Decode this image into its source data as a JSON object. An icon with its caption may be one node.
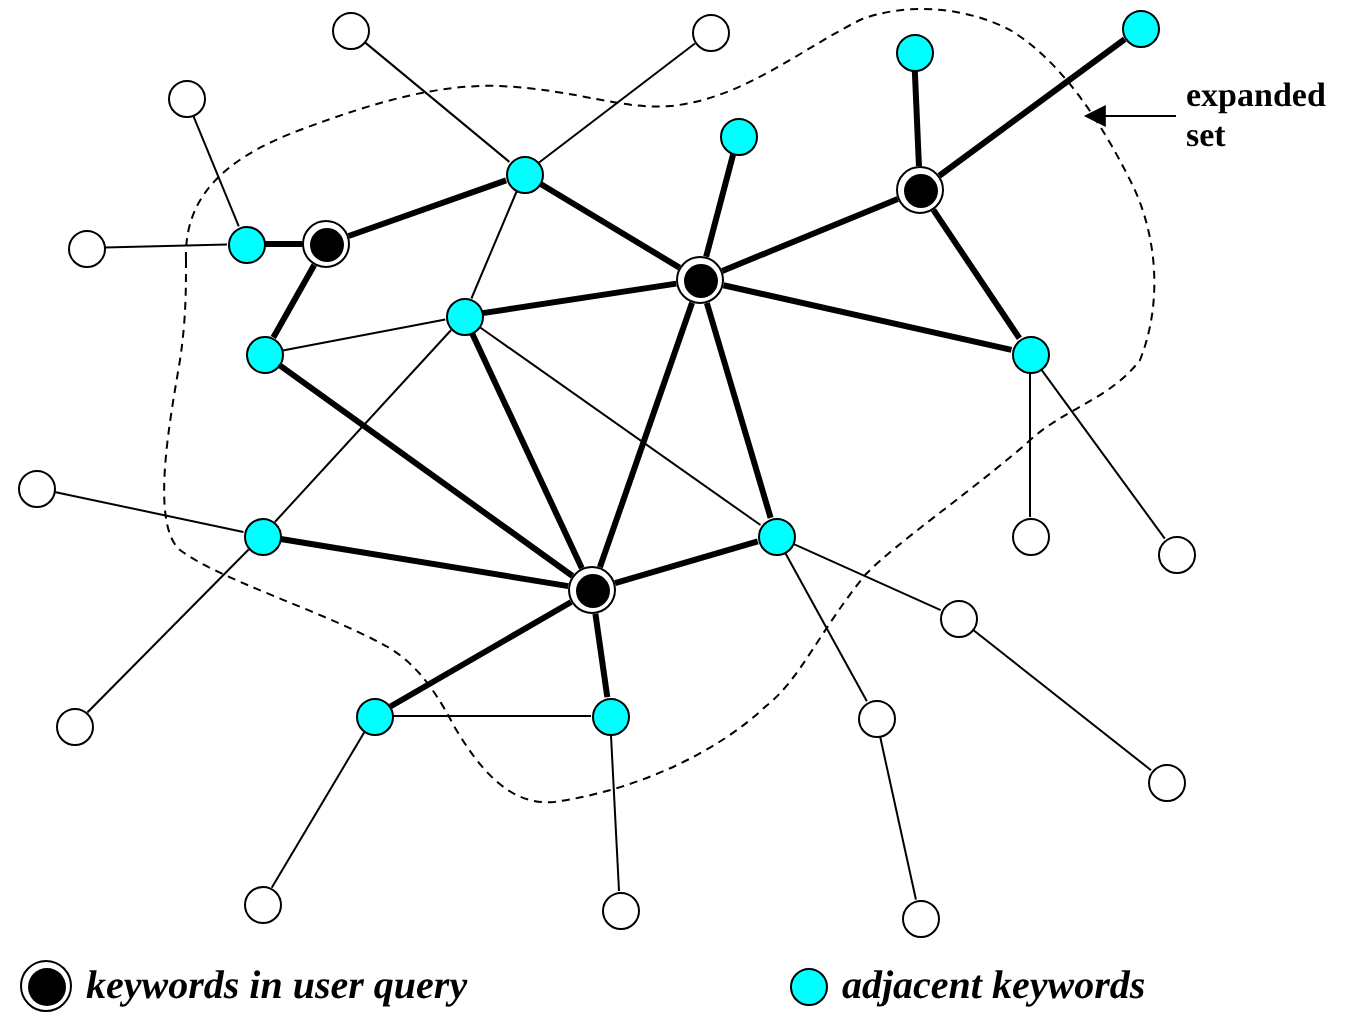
{
  "diagram": {
    "nodes": [
      {
        "text": [],
        "shape": "circle"
      },
      {
        "text": [],
        "shape": "circle"
      },
      {
        "text": [],
        "shape": "dot"
      },
      {
        "text": [],
        "shape": "dot"
      },
      {
        "text": [],
        "shape": "circle"
      },
      {
        "text": [],
        "shape": "dot"
      },
      {
        "text": [],
        "shape": "dot"
      },
      {
        "text": [],
        "shape": "target"
      },
      {
        "text": [],
        "shape": "dot"
      },
      {
        "text": [],
        "shape": "target"
      },
      {
        "text": [],
        "shape": "circle"
      },
      {
        "text": [],
        "shape": "target"
      },
      {
        "text": [],
        "shape": "dot"
      },
      {
        "text": [],
        "shape": "dot"
      },
      {
        "text": [],
        "shape": "dot"
      },
      {
        "text": [],
        "shape": "circle"
      },
      {
        "text": [],
        "shape": "dot"
      },
      {
        "text": [],
        "shape": "dot"
      },
      {
        "text": [],
        "shape": "circle"
      },
      {
        "text": [],
        "shape": "circle"
      },
      {
        "text": [],
        "shape": "target"
      },
      {
        "text": [],
        "shape": "circle"
      },
      {
        "text": [],
        "shape": "dot"
      },
      {
        "text": [],
        "shape": "dot"
      },
      {
        "text": [],
        "shape": "circle"
      },
      {
        "text": [],
        "shape": "circle"
      },
      {
        "text": [],
        "shape": "circle"
      },
      {
        "text": [],
        "shape": "circle"
      },
      {
        "text": [],
        "shape": "circle"
      },
      {
        "text": [],
        "shape": "circle"
      },
      {
        "text": [
          "expanded set"
        ]
      }
    ],
    "edges": [
      {
        "from": 9,
        "to": 6,
        "arrow": "none",
        "style": "thick"
      },
      {
        "from": 9,
        "to": 8,
        "arrow": "none",
        "style": "thick"
      },
      {
        "from": 9,
        "to": 13,
        "arrow": "none",
        "style": "thick"
      },
      {
        "from": 6,
        "to": 11,
        "arrow": "none",
        "style": "thick"
      },
      {
        "from": 11,
        "to": 5,
        "arrow": "none",
        "style": "thick"
      },
      {
        "from": 11,
        "to": 12,
        "arrow": "none",
        "style": "thick"
      },
      {
        "from": 11,
        "to": 7,
        "arrow": "none",
        "style": "thick"
      },
      {
        "from": 11,
        "to": 14,
        "arrow": "none",
        "style": "thick"
      },
      {
        "from": 11,
        "to": 20,
        "arrow": "none",
        "style": "thick"
      },
      {
        "from": 11,
        "to": 17,
        "arrow": "none",
        "style": "thick"
      },
      {
        "from": 7,
        "to": 3,
        "arrow": "none",
        "style": "thick"
      },
      {
        "from": 7,
        "to": 2,
        "arrow": "none",
        "style": "thick"
      },
      {
        "from": 7,
        "to": 14,
        "arrow": "none",
        "style": "thick"
      },
      {
        "from": 12,
        "to": 20,
        "arrow": "none",
        "style": "thick"
      },
      {
        "from": 13,
        "to": 20,
        "arrow": "none",
        "style": "thick"
      },
      {
        "from": 16,
        "to": 20,
        "arrow": "none",
        "style": "thick"
      },
      {
        "from": 20,
        "to": 17,
        "arrow": "none",
        "style": "thick"
      },
      {
        "from": 20,
        "to": 22,
        "arrow": "none",
        "style": "thick"
      },
      {
        "from": 20,
        "to": 23,
        "arrow": "none",
        "style": "thick"
      },
      {
        "from": 8,
        "to": 4,
        "arrow": "none"
      },
      {
        "from": 8,
        "to": 10,
        "arrow": "none"
      },
      {
        "from": 6,
        "to": 0,
        "arrow": "none"
      },
      {
        "from": 6,
        "to": 1,
        "arrow": "none"
      },
      {
        "from": 6,
        "to": 12,
        "arrow": "none"
      },
      {
        "from": 12,
        "to": 13,
        "arrow": "none"
      },
      {
        "from": 12,
        "to": 16,
        "arrow": "none"
      },
      {
        "from": 12,
        "to": 17,
        "arrow": "none"
      },
      {
        "from": 16,
        "to": 15,
        "arrow": "none"
      },
      {
        "from": 16,
        "to": 25,
        "arrow": "none"
      },
      {
        "from": 14,
        "to": 18,
        "arrow": "none"
      },
      {
        "from": 14,
        "to": 19,
        "arrow": "none"
      },
      {
        "from": 17,
        "to": 21,
        "arrow": "none"
      },
      {
        "from": 21,
        "to": 26,
        "arrow": "none"
      },
      {
        "from": 17,
        "to": 24,
        "arrow": "none"
      },
      {
        "from": 24,
        "to": 29,
        "arrow": "none"
      },
      {
        "from": 22,
        "to": 23,
        "arrow": "none"
      },
      {
        "from": 22,
        "to": 27,
        "arrow": "none"
      },
      {
        "from": 23,
        "to": 28,
        "arrow": "none"
      },
      {
        "from": 30,
        "to": null,
        "arrow": "to"
      }
    ],
    "legend": [
      {
        "text": "keywords in user query",
        "color": "#000000"
      },
      {
        "text": "adjacent keywords",
        "color": "#00ffff"
      }
    ]
  }
}
